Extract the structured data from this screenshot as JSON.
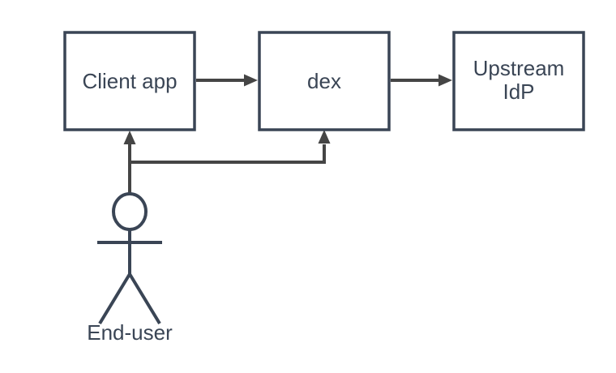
{
  "diagram": {
    "type": "flow-diagram",
    "background": "#ffffff",
    "colors": {
      "node_stroke": "#3a4555",
      "node_fill": "#ffffff",
      "arrow": "#454545",
      "text": "#3a4555"
    },
    "nodes": [
      {
        "id": "client-app",
        "shape": "rectangle",
        "label": "Client app"
      },
      {
        "id": "dex",
        "shape": "rectangle",
        "label": "dex"
      },
      {
        "id": "upstream-idp",
        "shape": "rectangle",
        "label_lines": [
          "Upstream",
          "IdP"
        ]
      },
      {
        "id": "end-user",
        "shape": "actor",
        "label": "End-user"
      }
    ],
    "edges": [
      {
        "from": "client-app",
        "to": "dex"
      },
      {
        "from": "dex",
        "to": "upstream-idp"
      },
      {
        "from": "end-user",
        "to": "client-app"
      },
      {
        "from": "end-user",
        "to": "dex"
      }
    ]
  }
}
